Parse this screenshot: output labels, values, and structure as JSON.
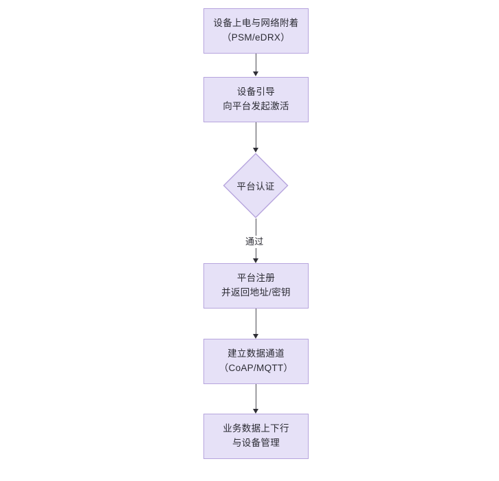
{
  "diagram": {
    "type": "flowchart",
    "orientation": "top-to-bottom",
    "title": "",
    "theme": {
      "node_fill": "#e6e1f7",
      "node_border": "#b6a4dd",
      "text_color": "#2b2b33",
      "connector_color": "#4a4a52",
      "arrow_color": "#2f2f36",
      "background": "#ffffff"
    },
    "nodes": [
      {
        "id": "n1",
        "shape": "rectangle",
        "lines": [
          "设备上电与网络附着",
          "（PSM/eDRX）"
        ]
      },
      {
        "id": "n2",
        "shape": "rectangle",
        "lines": [
          "设备引导",
          "向平台发起激活"
        ]
      },
      {
        "id": "n3",
        "shape": "diamond",
        "lines": [
          "平台认证"
        ]
      },
      {
        "id": "n4",
        "shape": "rectangle",
        "lines": [
          "平台注册",
          "并返回地址/密钥"
        ]
      },
      {
        "id": "n5",
        "shape": "rectangle",
        "lines": [
          "建立数据通道",
          "（CoAP/MQTT）"
        ]
      },
      {
        "id": "n6",
        "shape": "rectangle",
        "lines": [
          "业务数据上下行",
          "与设备管理"
        ]
      }
    ],
    "edges": [
      {
        "from": "n1",
        "to": "n2",
        "label": ""
      },
      {
        "from": "n2",
        "to": "n3",
        "label": ""
      },
      {
        "from": "n3",
        "to": "n4",
        "label": "通过"
      },
      {
        "from": "n4",
        "to": "n5",
        "label": ""
      },
      {
        "from": "n5",
        "to": "n6",
        "label": ""
      }
    ]
  }
}
